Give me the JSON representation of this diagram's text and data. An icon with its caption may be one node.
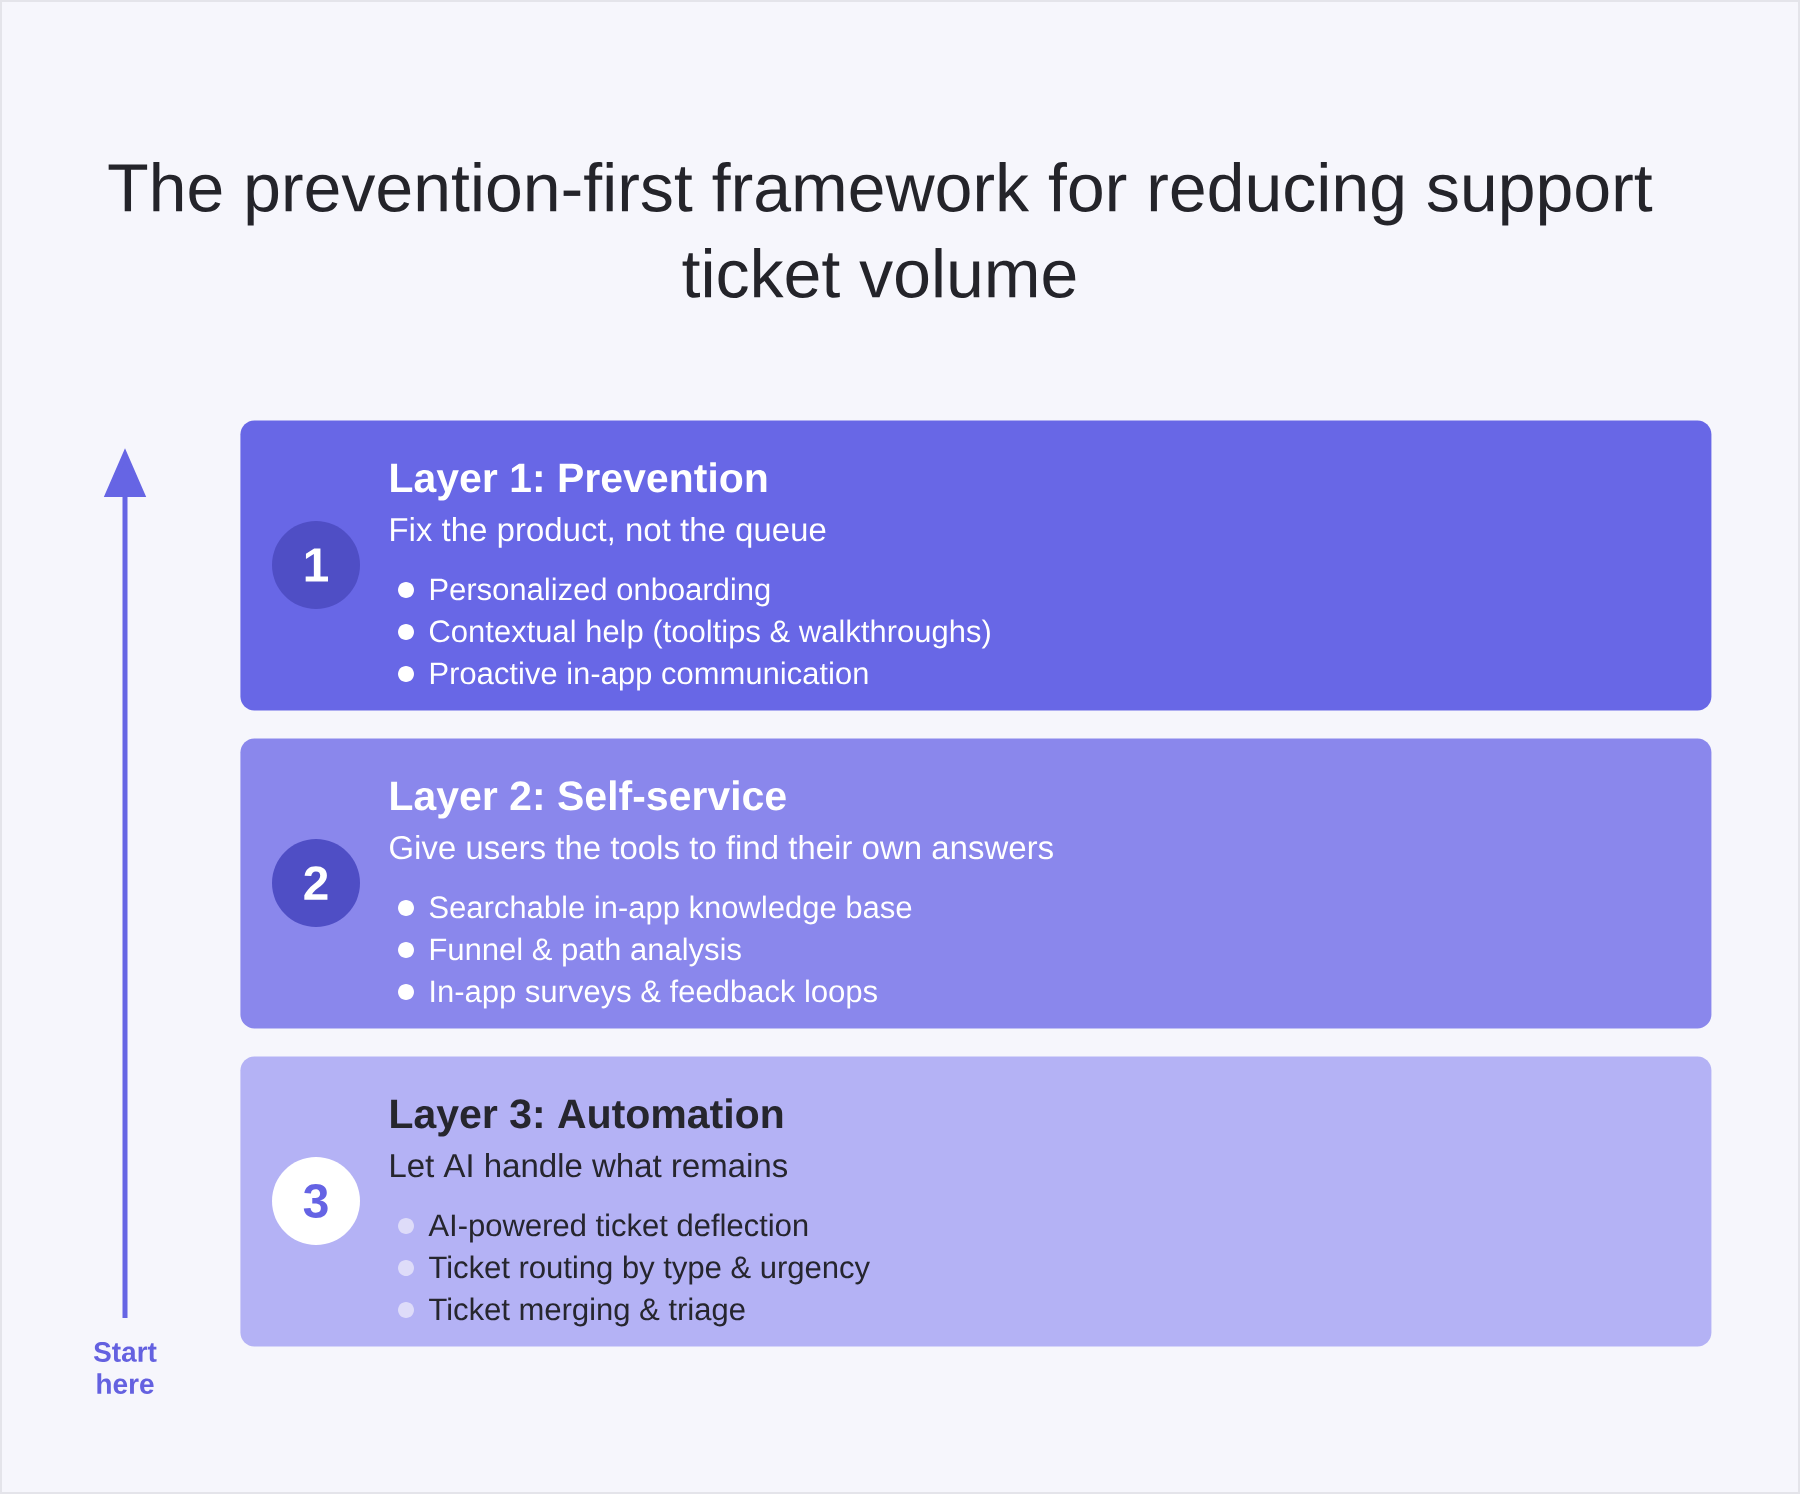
{
  "diagram": {
    "title": "The prevention-first framework for reducing support ticket volume",
    "nodes": [
      {
        "text": [
          "Layer 1: Prevention",
          "Fix the product, not the queue",
          "Personalized onboarding",
          "Contextual help (tooltips & walkthroughs)",
          "Proactive in-app communication"
        ]
      },
      {
        "text": [
          "1"
        ],
        "in": 0
      },
      {
        "text": [
          "Layer 2: Self-service",
          "Give users the tools to find their own answers",
          "Searchable in-app knowledge base",
          "Funnel & path analysis",
          "In-app surveys & feedback loops"
        ]
      },
      {
        "text": [
          "2"
        ],
        "in": 2
      },
      {
        "text": [
          "Layer 3: Automation",
          "Let AI handle what remains",
          "AI-powered ticket deflection",
          "Ticket routing by type & urgency",
          "Ticket merging & triage"
        ]
      },
      {
        "text": [
          "3"
        ],
        "in": 4
      }
    ],
    "labels": [
      "Start here"
    ]
  }
}
